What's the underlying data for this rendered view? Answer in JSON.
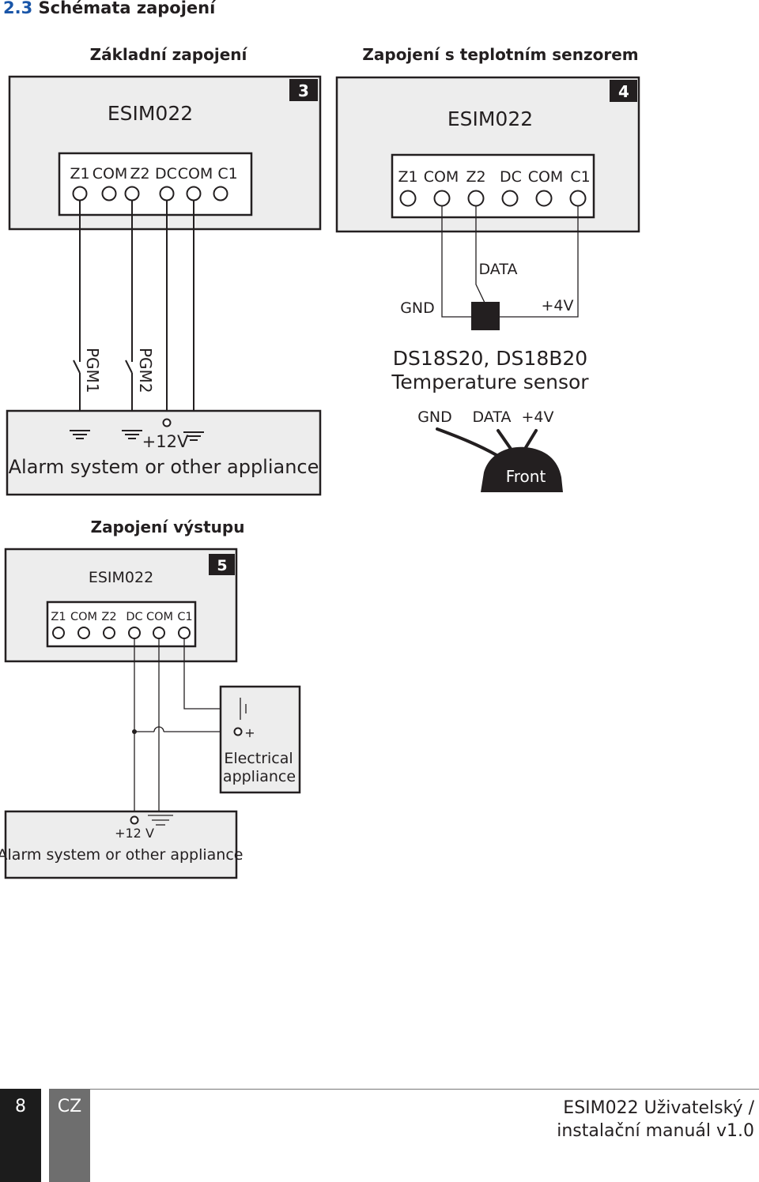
{
  "section": {
    "number": "2.3",
    "title": "Schémata zapojení"
  },
  "diagram_basic": {
    "heading": "Základní zapojení",
    "device": "ESIM022",
    "badge": "3",
    "terminals": [
      "Z1",
      "COM",
      "Z2",
      "DC",
      "COM",
      "C1"
    ],
    "pgm1": "PGM1",
    "pgm2": "PGM2",
    "plus12v": "+12V",
    "alarm_label": "Alarm system or other appliance"
  },
  "diagram_sensor": {
    "heading": "Zapojení s teplotním senzorem",
    "device": "ESIM022",
    "badge": "4",
    "terminals": [
      "Z1",
      "COM",
      "Z2",
      "DC",
      "COM",
      "C1"
    ],
    "data": "DATA",
    "gnd": "GND",
    "plus4v": "+4V",
    "sensor_name": "DS18S20, DS18B20",
    "sensor_desc": "Temperature sensor",
    "pin_gnd": "GND",
    "pin_data": "DATA",
    "pin_4v": "+4V",
    "front": "Front"
  },
  "diagram_output": {
    "heading": "Zapojení výstupu",
    "device": "ESIM022",
    "badge": "5",
    "terminals": [
      "Z1",
      "COM",
      "Z2",
      "DC",
      "COM",
      "C1"
    ],
    "plus": "+",
    "appliance_line1": "Electrical",
    "appliance_line2": "appliance",
    "plus12v": "+12 V",
    "alarm_label": "Alarm system or other appliance"
  },
  "footer": {
    "page": "8",
    "lang": "CZ",
    "manual_line1": "ESIM022 Uživatelský /",
    "manual_line2": "instalační manuál v1.0"
  }
}
